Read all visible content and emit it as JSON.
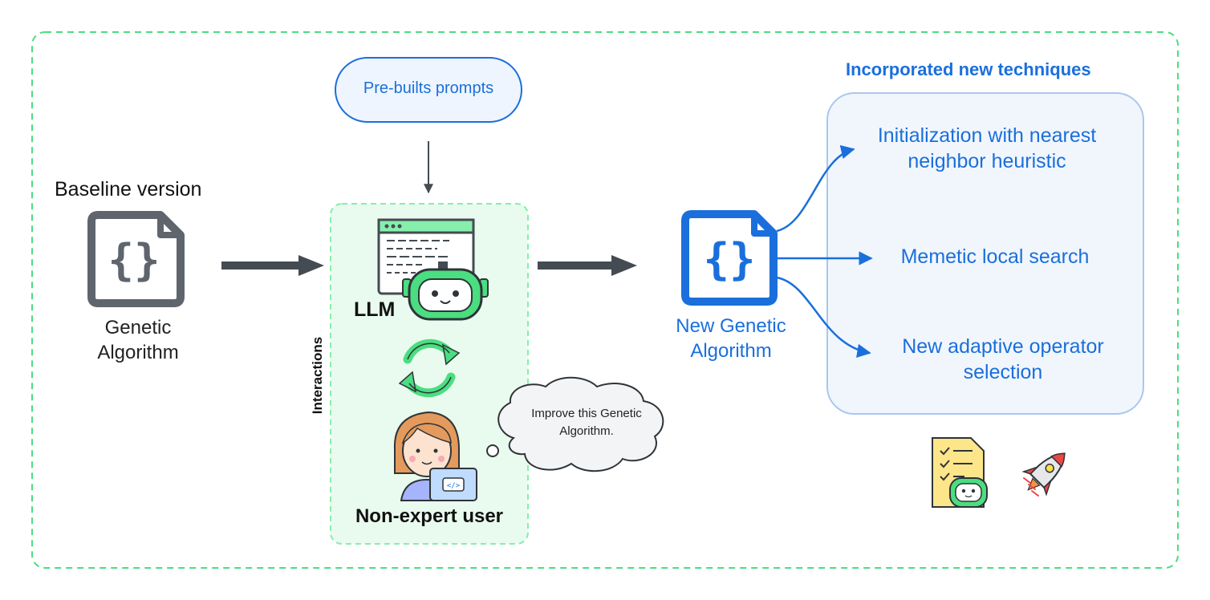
{
  "baseline": {
    "caption": "Baseline version",
    "icon_name": "code-file-icon",
    "name_line1": "Genetic",
    "name_line2": "Algorithm"
  },
  "prompts": {
    "label": "Pre-builts prompts"
  },
  "interaction_box": {
    "side_label": "Interactions",
    "llm_label": "LLM",
    "llm_icon": "robot-icon",
    "cycle_icon": "refresh-cycle-icon",
    "user_icon": "user-with-laptop-icon",
    "user_label": "Non-expert user",
    "thought_bubble": "Improve this Genetic Algorithm."
  },
  "result": {
    "icon_name": "code-file-icon",
    "name_line1": "New Genetic",
    "name_line2": "Algorithm"
  },
  "techniques": {
    "title": "Incorporated new techniques",
    "items": [
      {
        "line1": "Initialization with nearest",
        "line2": "neighbor heuristic"
      },
      {
        "line1": "Memetic local search"
      },
      {
        "line1": "New adaptive operator",
        "line2": "selection"
      }
    ]
  },
  "decor_icons": [
    "checklist-robot-icon",
    "rocket-icon"
  ],
  "colors": {
    "blue": "#1a6fdc",
    "gray": "#555b63",
    "green": "#4ade80",
    "green_fill": "#e9fbee",
    "dashed_border": "#4ade80",
    "panel_fill": "#f1f6fd",
    "panel_border": "#a8c8ee"
  }
}
